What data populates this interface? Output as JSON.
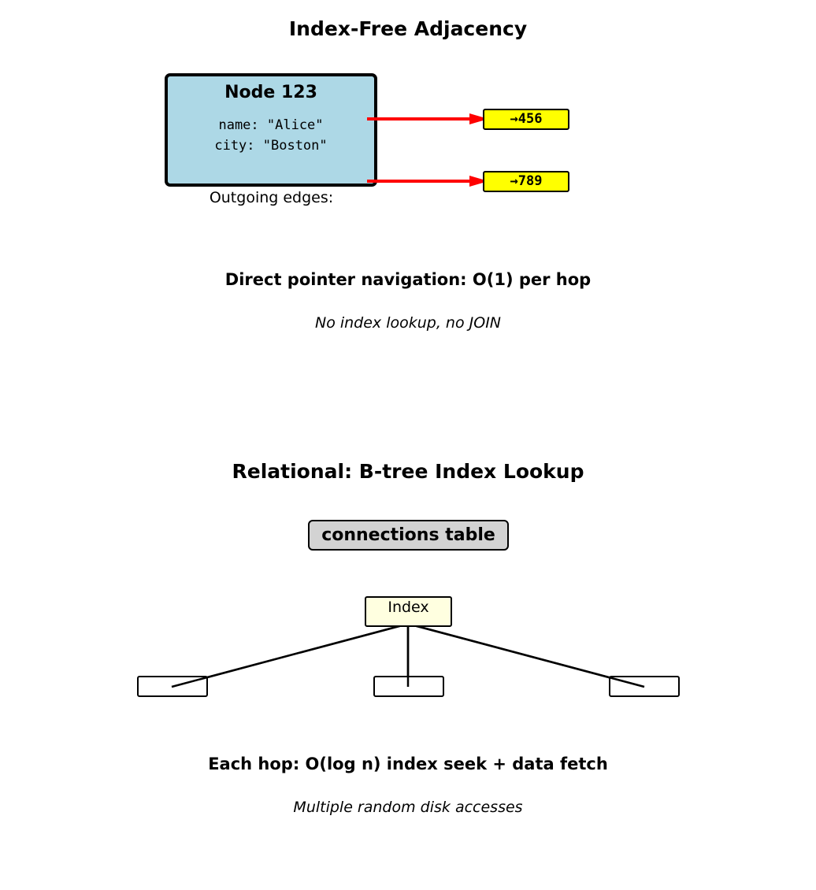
{
  "top_panel": {
    "title": "Index-Free Adjacency",
    "node": {
      "title": "Node 123",
      "properties": [
        "name: \"Alice\"",
        "city: \"Boston\""
      ]
    },
    "edges_label": "Outgoing edges:",
    "pointers": [
      "→456",
      "→789"
    ],
    "arrow_color": "#ff0000",
    "node_fill": "#add8e6",
    "pointer_fill": "#ffff00",
    "heading": "Direct pointer navigation: O(1) per hop",
    "note": "No index lookup, no JOIN"
  },
  "bottom_panel": {
    "title": "Relational: B-tree Index Lookup",
    "table_label": "connections table",
    "table_fill": "#d3d3d3",
    "index_label": "Index",
    "index_fill": "#ffffe0",
    "leaf_count": 3,
    "heading": "Each hop: O(log n) index seek + data fetch",
    "note": "Multiple random disk accesses"
  }
}
